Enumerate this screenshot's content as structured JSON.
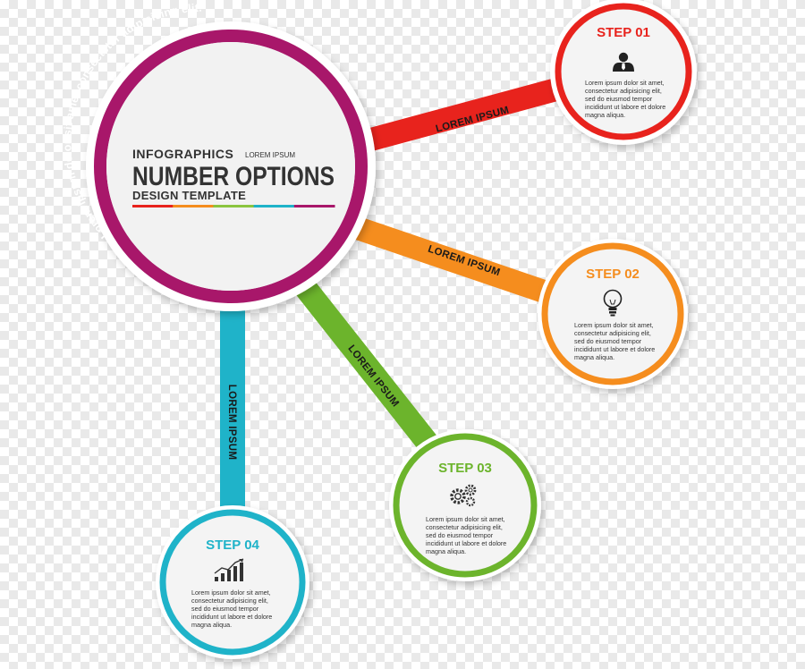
{
  "hub": {
    "ring_text": "Lorem ipsum dolor sit amet consectetur adipisicing elit.",
    "line1": "INFOGRAPHICS",
    "line1_small": "LOREM IPSUM",
    "line2": "NUMBER OPTIONS",
    "line3": "DESIGN TEMPLATE",
    "ring_color": "#a8176a",
    "rainbow": [
      "#e8231d",
      "#f58d1e",
      "#8bc53f",
      "#1fb3c9",
      "#a8176a"
    ]
  },
  "arms": [
    {
      "label": "LOREM IPSUM",
      "color": "#e8231d"
    },
    {
      "label": "LOREM IPSUM",
      "color": "#f58d1e"
    },
    {
      "label": "LOREM IPSUM",
      "color": "#6cb42c"
    },
    {
      "label": "LOREM IPSUM",
      "color": "#1fb3c9"
    }
  ],
  "steps": [
    {
      "title": "STEP 01",
      "icon": "person-icon",
      "color": "#e8231d",
      "lines": [
        "Lorem ipsum dolor sit amet,",
        "consectetur adipisicing elit,",
        "sed do eiusmod tempor",
        "incididunt ut labore et dolore",
        "magna aliqua."
      ]
    },
    {
      "title": "STEP 02",
      "icon": "lightbulb-icon",
      "color": "#f58d1e",
      "lines": [
        "Lorem ipsum dolor sit amet,",
        "consectetur adipisicing elit,",
        "sed do eiusmod tempor",
        "incididunt ut labore et dolore",
        "magna aliqua."
      ]
    },
    {
      "title": "STEP 03",
      "icon": "gears-icon",
      "color": "#6cb42c",
      "lines": [
        "Lorem ipsum dolor sit amet,",
        "consectetur adipisicing elit,",
        "sed do eiusmod tempor",
        "incididunt ut labore et dolore",
        "magna aliqua."
      ]
    },
    {
      "title": "STEP 04",
      "icon": "bar-chart-icon",
      "color": "#1fb3c9",
      "lines": [
        "Lorem ipsum dolor sit amet,",
        "consectetur adipisicing elit,",
        "sed do eiusmod tempor",
        "incididunt ut labore et dolore",
        "magna aliqua."
      ]
    }
  ]
}
